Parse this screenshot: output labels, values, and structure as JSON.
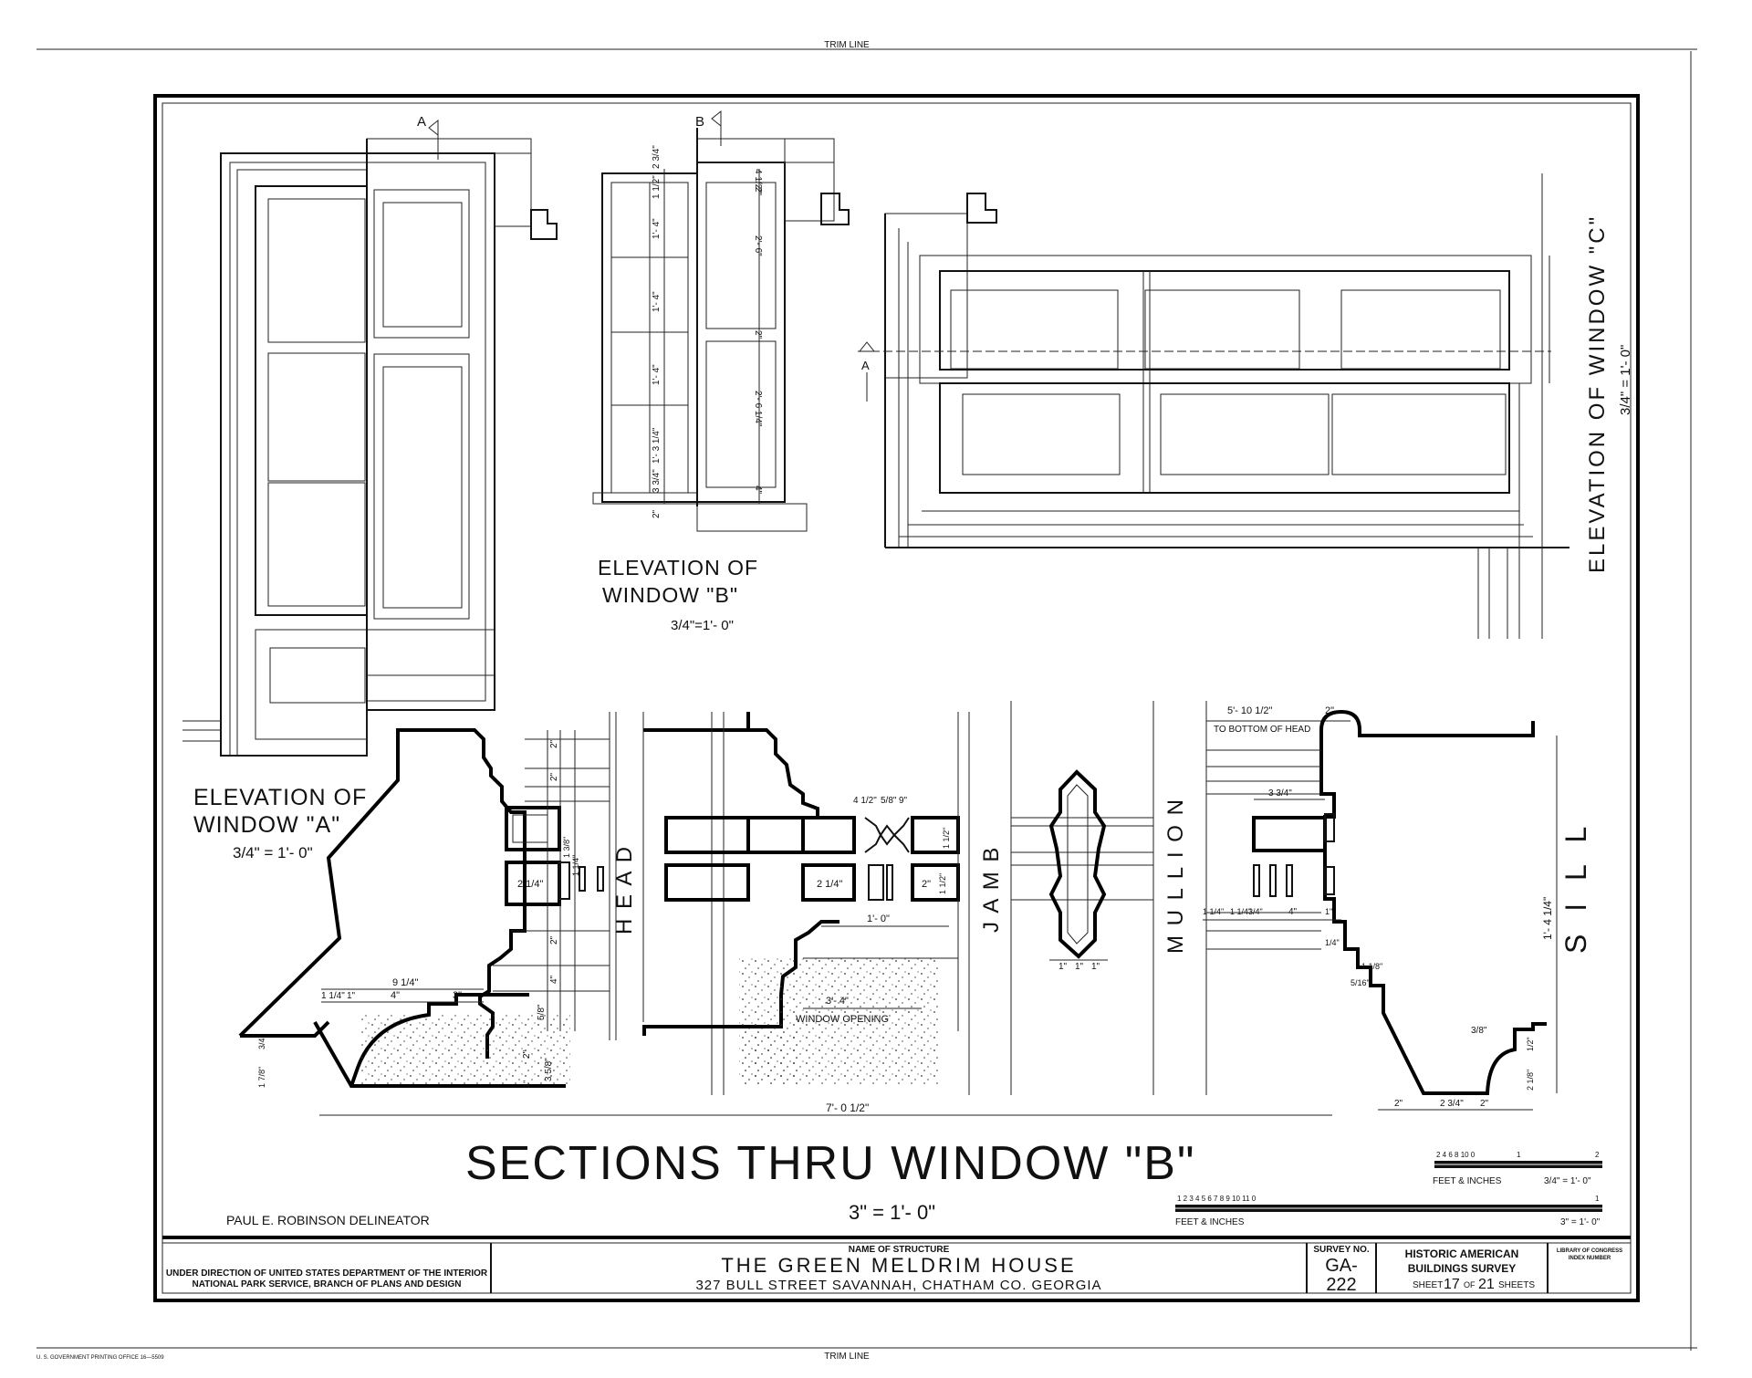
{
  "trim_line_top": "TRIM LINE",
  "trim_line_bottom": "TRIM LINE",
  "printing_office": "U. S. GOVERNMENT PRINTING OFFICE   16—5509",
  "section_a_marker": "A",
  "section_b_marker": "B",
  "section_a_marker_c": "A",
  "elev_a": {
    "line1": "ELEVATION  OF",
    "line2": "WINDOW  \"A\"",
    "scale": "3/4\" = 1'- 0\""
  },
  "elev_b": {
    "line1": "ELEVATION  OF",
    "line2": "WINDOW  \"B\"",
    "scale": "3/4\"=1'- 0\""
  },
  "elev_c": {
    "title": "ELEVATION  OF  WINDOW  \"C\"",
    "scale": "3/4\" = 1'- 0\""
  },
  "elev_b_dims": {
    "left": [
      "2 3/4\"",
      "1 1/2\"",
      "1'- 4\"",
      "1'- 4\"",
      "1'- 4\"",
      "1'- 3 1/4\"",
      "3 3/4\"",
      "2\""
    ],
    "right": [
      "4 1/2\"",
      "2\"",
      "2'- 6\"",
      "2\"",
      "2'- 6 1/4\"",
      "4\""
    ]
  },
  "section_labels": {
    "head": "H E A D",
    "jamb": "J A M B",
    "mullion": "M U L L I O N",
    "sill": "S I L L"
  },
  "head_dims": {
    "d1": "2\"",
    "d2": "2\"",
    "d3": "2\"",
    "d4": "4\"",
    "d5": "5/8\"",
    "d6": "2 1/4\"",
    "d7": "1 3/8\"",
    "d8": "1 1/4\""
  },
  "bottom_dims": {
    "total_left": "9 1/4\"",
    "p1": "1 1/4\"",
    "p2": "1\"",
    "p3": "4\"",
    "p4": "3\"",
    "v1": "3/4\"",
    "v2": "1 7/8\"",
    "v3": "2\"",
    "v4": "3 5/8\"",
    "v5": "1\""
  },
  "jamb_dims": {
    "a": "4 1/2\"",
    "b": "5/8\"",
    "c": "9\"",
    "d": "1 1/2\"",
    "e": "2 1/4\"",
    "f": "2\"",
    "g": "1'- 0\"",
    "h": "1 1/2\""
  },
  "window_opening": {
    "dim": "3'- 4\"",
    "label": "WINDOW  OPENING"
  },
  "overall_dim": "7'- 0 1/2\"",
  "mullion_dims": {
    "a": "1\"",
    "b": "1\"",
    "c": "1\""
  },
  "sill_dims": {
    "head_dim": "5'- 10 1/2\"",
    "head_dim_b": "2\"",
    "to_bottom": "TO BOTTOM OF HEAD",
    "d1": "3 3/4\"",
    "d2": "1 1/4\"",
    "d3": "1 1/4\"",
    "d4": "3/4\"",
    "d5": "4\"",
    "d6": "1\"",
    "d7": "1/4\"",
    "d8": "1 1/8\"",
    "d9": "5/16\"",
    "height": "1'- 4 1/4\"",
    "s1": "3/8\"",
    "s2": "1/2\"",
    "s3": "2 1/8\"",
    "b1": "2\"",
    "b2": "2 3/4\"",
    "b3": "2\""
  },
  "main_title": "SECTIONS   THRU   WINDOW  \"B\"",
  "main_scale": "3\" = 1'- 0\"",
  "delineator": "PAUL  E.  ROBINSON    DELINEATOR",
  "scale_bar_1": {
    "ticks": "2  4  6  8  10  0",
    "one": "1",
    "two": "2",
    "label": "FEET  &  INCHES",
    "scale": "3/4\" = 1'- 0\""
  },
  "scale_bar_2": {
    "ticks": "1   2   3   4   5   6   7   8   9   10   11   0",
    "one": "1",
    "label": "FEET  &  INCHES",
    "scale": "3\" = 1'- 0\""
  },
  "title_block": {
    "agency_1": "UNDER DIRECTION OF UNITED STATES DEPARTMENT OF THE INTERIOR",
    "agency_2": "NATIONAL PARK SERVICE, BRANCH OF PLANS AND DESIGN",
    "name_label": "NAME OF STRUCTURE",
    "name": "THE  GREEN  MELDRIM  HOUSE",
    "address": "327  BULL  STREET  SAVANNAH,  CHATHAM CO. GEORGIA",
    "survey_label": "SURVEY NO.",
    "survey_1": "GA-",
    "survey_2": "222",
    "habs_1": "HISTORIC AMERICAN",
    "habs_2": "BUILDINGS SURVEY",
    "sheet_pre": "SHEET",
    "sheet_no": "17",
    "sheet_of": "OF",
    "sheet_total": "21",
    "sheet_post": "SHEETS",
    "loc_1": "LIBRARY OF CONGRESS",
    "loc_2": "INDEX NUMBER"
  }
}
